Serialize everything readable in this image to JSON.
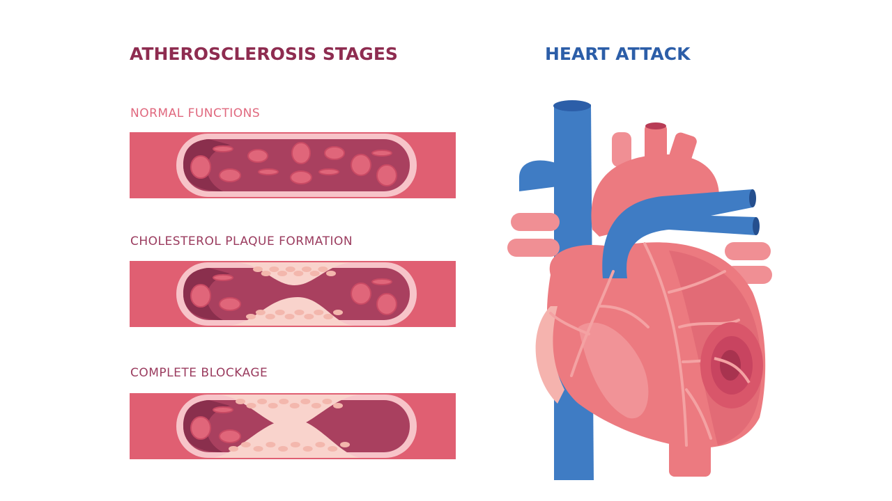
{
  "left": {
    "title": "ATHEROSCLEROSIS STAGES",
    "stages": [
      {
        "label": "NORMAL FUNCTIONS",
        "blockage": 0
      },
      {
        "label": "CHOLESTEROL PLAQUE FORMATION",
        "blockage": 0.5
      },
      {
        "label": "COMPLETE BLOCKAGE",
        "blockage": 1
      }
    ]
  },
  "right": {
    "title": "HEART ATTACK"
  },
  "colors": {
    "title_maroon": "#8e2c50",
    "title_blue": "#2c5ea8",
    "label_pink": "#e0687e",
    "label_maroon": "#9a3b5e",
    "artery_wall": "#e05f72",
    "artery_lining": "#f7c4c9",
    "lumen": "#a9405f",
    "lumen_dark": "#8a2f4d",
    "cell": "#e0667a",
    "plaque": "#f9d3cc",
    "vein_blue": "#3f7cc4",
    "heart_pink": "#ec7a80"
  }
}
